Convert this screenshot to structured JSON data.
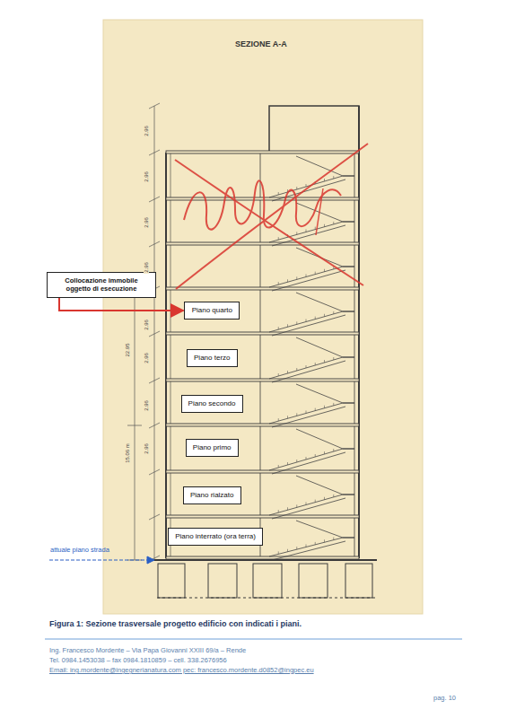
{
  "diagram": {
    "caption": "Figura 1: Sezione trasversale progetto edificio con indicati i piani.",
    "nodes": [
      {
        "text": [
          "Collocazione immobile oggetto di esecuzione"
        ]
      },
      {
        "text": [
          "Piano quarto"
        ]
      },
      {
        "text": [
          "Piano terzo"
        ]
      },
      {
        "text": [
          "Piano secondo"
        ]
      },
      {
        "text": [
          "Piano primo"
        ]
      },
      {
        "text": [
          "Piano rialzato"
        ]
      },
      {
        "text": [
          "Piano interrato (ora terra)"
        ]
      }
    ],
    "edges": [
      {
        "from": 0,
        "to": 1,
        "arrow": "to"
      }
    ],
    "labels": [
      "SEZIONE A-A",
      "2.96",
      "2.96",
      "2.96",
      "2.96",
      "2.96",
      "2.96",
      "2.96",
      "2.96",
      "22.95",
      "15.06 m",
      "attuale piano strada",
      "Ing. Francesco Mordente – Via Papa Giovanni XXIII 69/a – Rende",
      "Tel. 0984.1453038 – fax 0984.1810859 – cell. 338.2676956",
      "Email: ing.mordente@ingegnerianatura.com pec: francesco.mordente.d0852@ingpec.eu",
      "pag. 10"
    ]
  }
}
